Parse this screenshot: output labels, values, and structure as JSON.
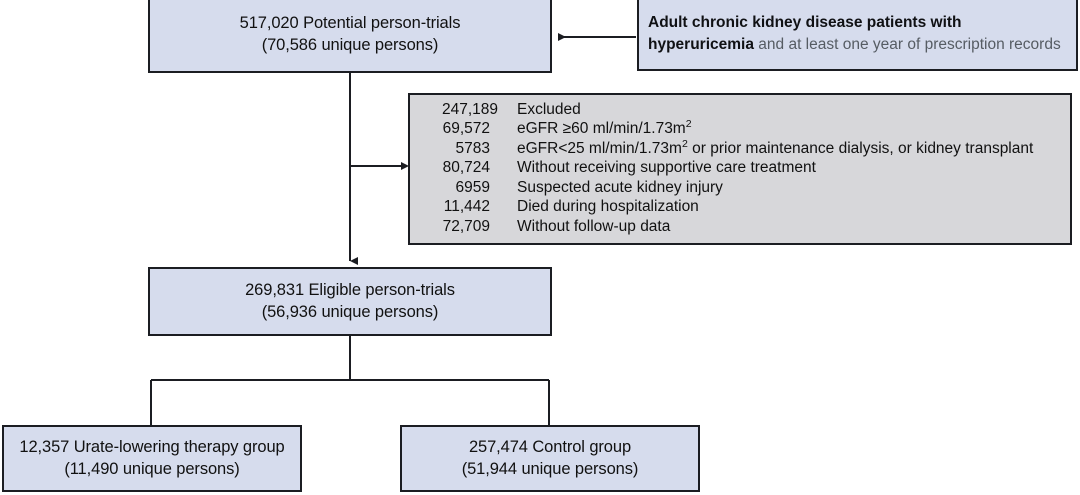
{
  "diagram": {
    "type": "flowchart",
    "title": "Study cohort selection flow diagram",
    "colors": {
      "node_fill": "#d6dced",
      "exclusion_fill": "#d7d7da",
      "border": "#1b1d22",
      "text": "#111111",
      "muted_text": "#565c63"
    }
  },
  "nodes": {
    "potential": {
      "line1": "517,020 Potential person-trials",
      "line2": "(70,586 unique persons)"
    },
    "eligible": {
      "line1": "269,831 Eligible person-trials",
      "line2": "(56,936 unique persons)"
    },
    "urate_lowering_therapy": {
      "line1": "12,357 Urate-lowering therapy group",
      "line2": "(11,490 unique persons)"
    },
    "control": {
      "line1": "257,474 Control group",
      "line2": "(51,944 unique persons)"
    }
  },
  "annotation": {
    "strong_text": "Adult chronic kidney disease patients with hyperuricemia",
    "muted_text": " and at least one year of prescription records"
  },
  "excluded": {
    "header": {
      "count": "247,189",
      "label": "Excluded"
    },
    "reasons": [
      {
        "count": "69,572",
        "label_pre": "eGFR ≥60 ml/min/1.73m",
        "sup": "2",
        "label_post": ""
      },
      {
        "count": "5783",
        "label_pre": "eGFR<25 ml/min/1.73m",
        "sup": "2",
        "label_post": " or prior maintenance dialysis, or kidney transplant"
      },
      {
        "count": "80,724",
        "label_pre": "Without receiving supportive care treatment",
        "sup": "",
        "label_post": ""
      },
      {
        "count": "6959",
        "label_pre": "Suspected acute kidney injury",
        "sup": "",
        "label_post": ""
      },
      {
        "count": "11,442",
        "label_pre": "Died during hospitalization",
        "sup": "",
        "label_post": ""
      },
      {
        "count": "72,709",
        "label_pre": " Without follow-up data",
        "sup": "",
        "label_post": ""
      }
    ]
  }
}
